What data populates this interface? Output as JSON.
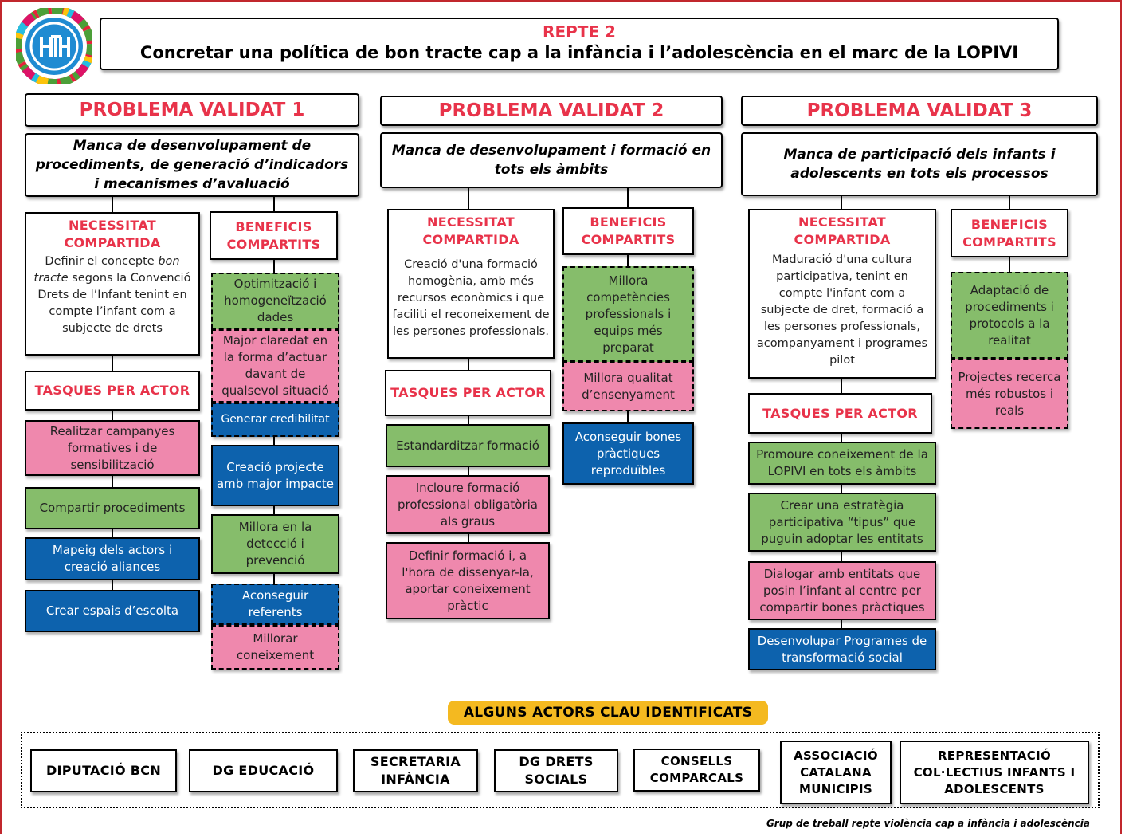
{
  "header": {
    "title": "REPTE 2",
    "subtitle": "Concretar una política de bon tracte cap a la infància i l’adolescència en el marc de la LOPIVI"
  },
  "problems": [
    {
      "title": "PROBLEMA VALIDAT 1",
      "description": "Manca de desenvolupament de procediments, de generació d’indicadors i mecanismes d’avaluació",
      "need_heading": "NECESSITAT COMPARTIDA",
      "need_text": "Definir el concepte <i>bon tracte</i> segons la Convenció Drets de l’Infant tenint en compte l’infant com a subjecte de drets",
      "benefits_heading": "BENEFICIS COMPARTITS",
      "benefits": [
        "Optimització i homogeneïtzació dades",
        "Major claredat en la forma d’actuar davant de qualsevol situació",
        "Generar credibilitat",
        "Creació projecte amb major impacte",
        "Millora en la detecció i prevenció",
        "Aconseguir referents",
        "Millorar coneixement"
      ],
      "tasks_heading": "TASQUES PER ACTOR",
      "tasks": [
        "Realitzar campanyes formatives i de sensibilització",
        "Compartir procediments",
        "Mapeig dels actors i creació aliances",
        "Crear espais d’escolta"
      ]
    },
    {
      "title": "PROBLEMA VALIDAT 2",
      "description": "Manca de desenvolupament i formació en tots els àmbits",
      "need_heading": "NECESSITAT COMPARTIDA",
      "need_text": "Creació d'una formació homogènia, amb més recursos econòmics i que faciliti el reconeixement de les persones professionals.",
      "benefits_heading": "BENEFICIS COMPARTITS",
      "benefits": [
        "Millora competències professionals i equips més preparat",
        "Millora qualitat d’ensenyament",
        "Aconseguir bones pràctiques reproduïbles"
      ],
      "tasks_heading": "TASQUES PER ACTOR",
      "tasks": [
        "Estandarditzar formació",
        "Incloure formació professional obligatòria als graus",
        "Definir formació i, a l'hora de dissenyar-la, aportar coneixement pràctic"
      ]
    },
    {
      "title": "PROBLEMA VALIDAT 3",
      "description": "Manca de participació dels infants i adolescents en tots els processos",
      "need_heading": "NECESSITAT COMPARTIDA",
      "need_text": "Maduració d'una cultura participativa, tenint en compte l'infant com a subjecte de dret, formació a les persones professionals, acompanyament i programes pilot",
      "benefits_heading": "BENEFICIS COMPARTITS",
      "benefits": [
        "Adaptació de procediments i protocols a la realitat",
        "Projectes recerca més robustos i reals"
      ],
      "tasks_heading": "TASQUES PER ACTOR",
      "tasks": [
        "Promoure coneixement de la LOPIVI en tots els àmbits",
        "Crear una estratègia participativa “tipus” que puguin adoptar les entitats",
        "Dialogar amb entitats que posin l’infant al centre per compartir bones pràctiques",
        "Desenvolupar Programes de transformació social"
      ]
    }
  ],
  "actors": {
    "label": "ALGUNS ACTORS CLAU IDENTIFICATS",
    "items": [
      "DIPUTACIÓ BCN",
      "DG EDUCACIÓ",
      "SECRETARIA INFÀNCIA",
      "DG DRETS SOCIALS",
      "CONSELLS COMPARCALS",
      "ASSOCIACIÓ CATALANA MUNICIPIS",
      "REPRESENTACIÓ COL·LECTIUS INFANTS I ADOLESCENTS"
    ]
  },
  "footer": "Grup de treball repte violència cap a infància i adolescència",
  "colors": {
    "accent_red": "#e8334a",
    "frame_red": "#c1272d",
    "pink": "#ef88ad",
    "green": "#86bd6b",
    "blue": "#0d62ad",
    "yellow": "#f4b920"
  }
}
